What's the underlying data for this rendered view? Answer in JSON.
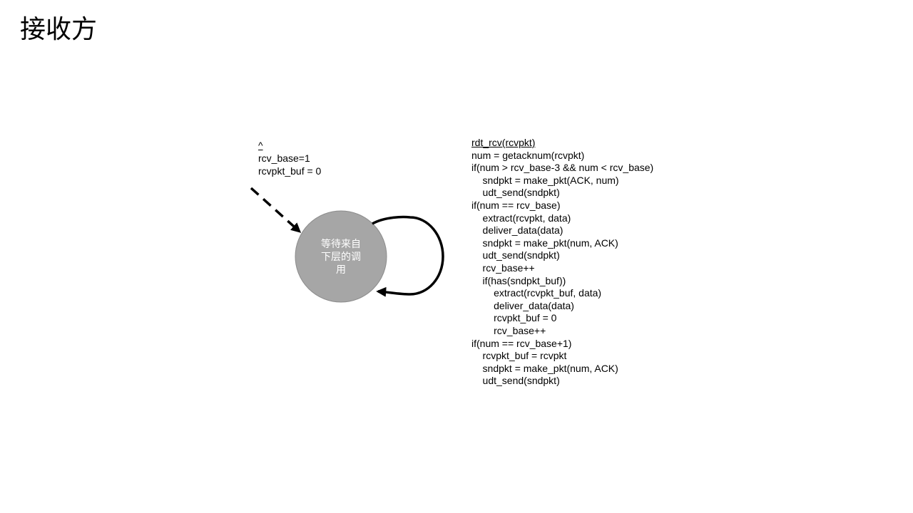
{
  "slide": {
    "title": "接收方"
  },
  "initial_transition": {
    "lines": [
      "^",
      "rcv_base=1",
      "rcvpkt_buf = 0"
    ]
  },
  "state": {
    "label_lines": [
      "等待来自",
      "下层的调",
      "用"
    ],
    "fill_color": "#a6a6a6",
    "border_color": "#8c8c8c"
  },
  "event_action": {
    "event": "rdt_rcv(rcvpkt)",
    "actions": [
      "num = getacknum(rcvpkt)",
      "if(num > rcv_base-3 && num < rcv_base)",
      "    sndpkt = make_pkt(ACK, num)",
      "    udt_send(sndpkt)",
      "if(num == rcv_base)",
      "    extract(rcvpkt, data)",
      "    deliver_data(data)",
      "    sndpkt = make_pkt(num, ACK)",
      "    udt_send(sndpkt)",
      "    rcv_base++",
      "    if(has(sndpkt_buf))",
      "        extract(rcvpkt_buf, data)",
      "        deliver_data(data)",
      "        rcvpkt_buf = 0",
      "        rcv_base++",
      "if(num == rcv_base+1)",
      "    rcvpkt_buf = rcvpkt",
      "    sndpkt = make_pkt(num, ACK)",
      "    udt_send(sndpkt)"
    ]
  }
}
